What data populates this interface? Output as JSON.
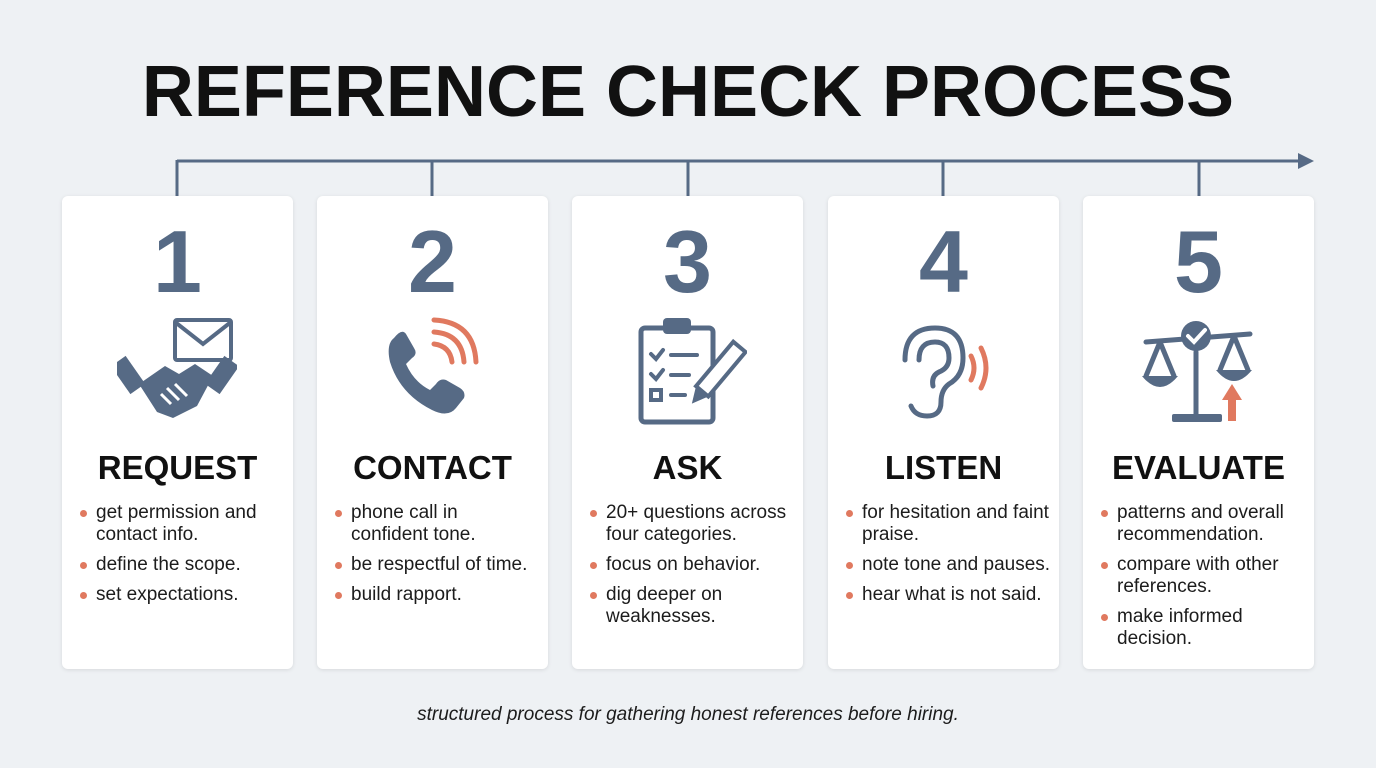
{
  "title": "REFERENCE CHECK PROCESS",
  "colors": {
    "accent": "#e0795f",
    "steel": "#566a85",
    "background": "#eef1f4"
  },
  "steps": [
    {
      "number": "1",
      "label": "REQUEST",
      "icon": "handshake-envelope-icon",
      "bullets": [
        "get permission and contact info.",
        "define the scope.",
        "set expectations."
      ]
    },
    {
      "number": "2",
      "label": "CONTACT",
      "icon": "phone-icon",
      "bullets": [
        "phone call in confident tone.",
        "be respectful of time.",
        "build rapport."
      ]
    },
    {
      "number": "3",
      "label": "ASK",
      "icon": "clipboard-checklist-icon",
      "bullets": [
        "20+ questions across four categories.",
        "focus on behavior.",
        "dig deeper on weaknesses."
      ]
    },
    {
      "number": "4",
      "label": "LISTEN",
      "icon": "ear-icon",
      "bullets": [
        "for hesitation and faint praise.",
        "note tone and pauses.",
        "hear what is not said."
      ]
    },
    {
      "number": "5",
      "label": "EVALUATE",
      "icon": "scales-icon",
      "bullets": [
        "patterns and overall recommendation.",
        "compare with other references.",
        "make informed decision."
      ]
    }
  ],
  "footer": "structured process for gathering honest references before hiring."
}
